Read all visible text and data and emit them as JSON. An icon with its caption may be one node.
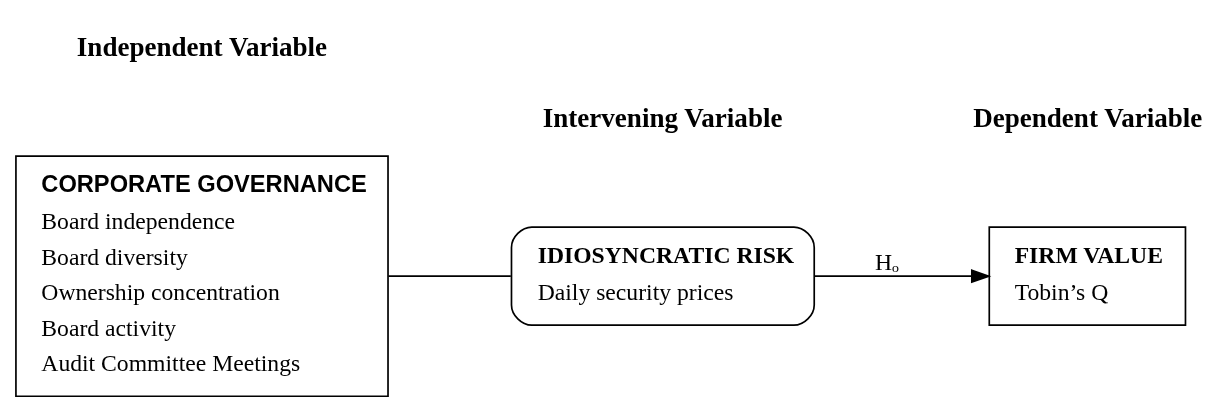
{
  "diagram": {
    "nodes": [
      {
        "text": [
          "CORPORATE GOVERNANCE",
          "Board independence",
          "Board diversity",
          "Ownership concentration",
          "Board activity",
          "Audit Committee Meetings"
        ]
      },
      {
        "text": [
          "IDIOSYNCRATIC RISK",
          "Daily security prices"
        ]
      },
      {
        "text": [
          "FIRM VALUE",
          "Tobin’s Q"
        ]
      }
    ],
    "edges": [
      {
        "from": 0,
        "to": 1,
        "arrow": "none"
      },
      {
        "from": 1,
        "to": 2,
        "arrow": "to",
        "label": "Hₒ"
      }
    ],
    "labels": [
      "Independent Variable",
      "Intervening Variable",
      "Dependent Variable"
    ]
  }
}
